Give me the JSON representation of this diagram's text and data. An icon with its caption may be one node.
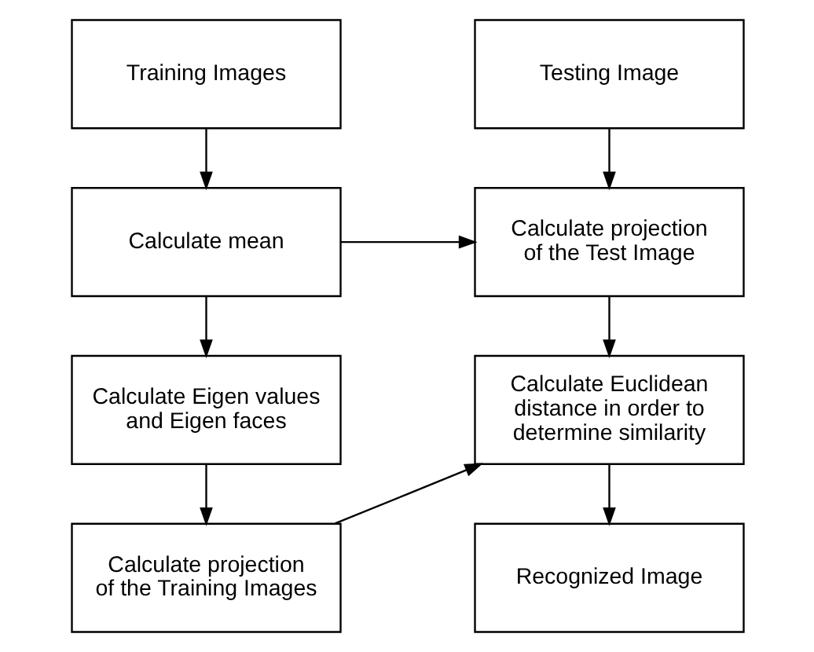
{
  "diagram": {
    "nodes": [
      {
        "text": [
          "Training Images"
        ]
      },
      {
        "text": [
          "Calculate mean"
        ]
      },
      {
        "text": [
          "Calculate Eigen values and Eigen faces"
        ]
      },
      {
        "text": [
          "Calculate projection of the Training Images"
        ]
      },
      {
        "text": [
          "Testing Image"
        ]
      },
      {
        "text": [
          "Calculate projection of the Test Image"
        ]
      },
      {
        "text": [
          "Calculate Euclidean distance in order to determine similarity"
        ]
      },
      {
        "text": [
          "Recognized Image"
        ]
      }
    ],
    "edges": [
      {
        "from": 0,
        "to": 1,
        "arrow": "to"
      },
      {
        "from": 1,
        "to": 2,
        "arrow": "to"
      },
      {
        "from": 2,
        "to": 3,
        "arrow": "to"
      },
      {
        "from": 1,
        "to": 5,
        "arrow": "to"
      },
      {
        "from": 4,
        "to": 5,
        "arrow": "to"
      },
      {
        "from": 5,
        "to": 6,
        "arrow": "to"
      },
      {
        "from": 3,
        "to": 6,
        "arrow": "to"
      },
      {
        "from": 6,
        "to": 7,
        "arrow": "to"
      }
    ]
  }
}
